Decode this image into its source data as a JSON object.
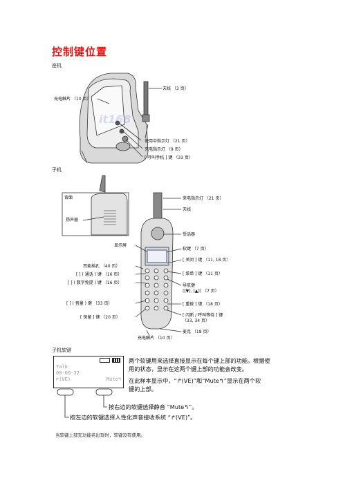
{
  "title": "控制键位置",
  "base": {
    "heading": "座机",
    "labels": {
      "antenna": "天线 （3 页）",
      "charge_contacts": "充电触片 （10 页）",
      "in_use_light": "使用中指示灯 （21 页）",
      "charge_light": "充电指示灯 （9 页）",
      "locator_key": "[ 呼叫手机 ] 键 （33 页）"
    }
  },
  "handset": {
    "heading": "子机",
    "labels": {
      "back": "背面",
      "speaker_mesh": "扬声器",
      "ringer_light": "来电指示灯 （21 页）",
      "antenna": "天线",
      "receiver": "受话器",
      "display": "显示屏",
      "soft_keys": "软键 （7 页）",
      "off_key": "[ 关闭 ] 键 （11, 18 页）",
      "headset_jack": "耳麦插孔 （40 页）",
      "talk_key": "[ ] ( 通话 ) 键 （16 页）",
      "menu_key": "[ 菜单 ] 键 （11 页）",
      "speaker_key": "[ ] ( 数字免提 ) 键 （16 页）",
      "navigator": "导航键",
      "navigator_sub": "([▼], [▲]) （7 页）",
      "volume_key": "[ ] ( 音量 ) 键 （33 页）",
      "redial_key": "[ 重拨 ] 键 （18 页）",
      "hold_key": "[ 保留 ] 键 （20 页）",
      "flash_key": "[ 闪断 / 呼叫等待 ] 键",
      "flash_key_sub": "（33, 34 页）",
      "microphone": "麦克 （18 页）",
      "charge_contacts": "充电触片 （10 页）"
    }
  },
  "softkeys": {
    "heading": "子机软键",
    "lcd": {
      "line1": "Talk",
      "line2": "00-00-32",
      "left_soft": "↱(VE)",
      "right_soft": "Mute↰"
    },
    "desc1": "两个软键用来选择直接显示在每个键上部的功能。根据使",
    "desc2": "用的状态，显示在这两个键上部的功能会改变。",
    "desc3": "在此样本显示中，“↱(VE)”和“Mute↰”显示在两个软",
    "desc4": "键的上部。",
    "right_callout": "按右边的软键选择静音 “Mute↰”。",
    "left_callout": "按左边的软键选择人性化声音接收系统 “↱(VE)”。",
    "note": "当软键上部无功能名出现时，软键没有使用。"
  },
  "watermark": "it168.com"
}
